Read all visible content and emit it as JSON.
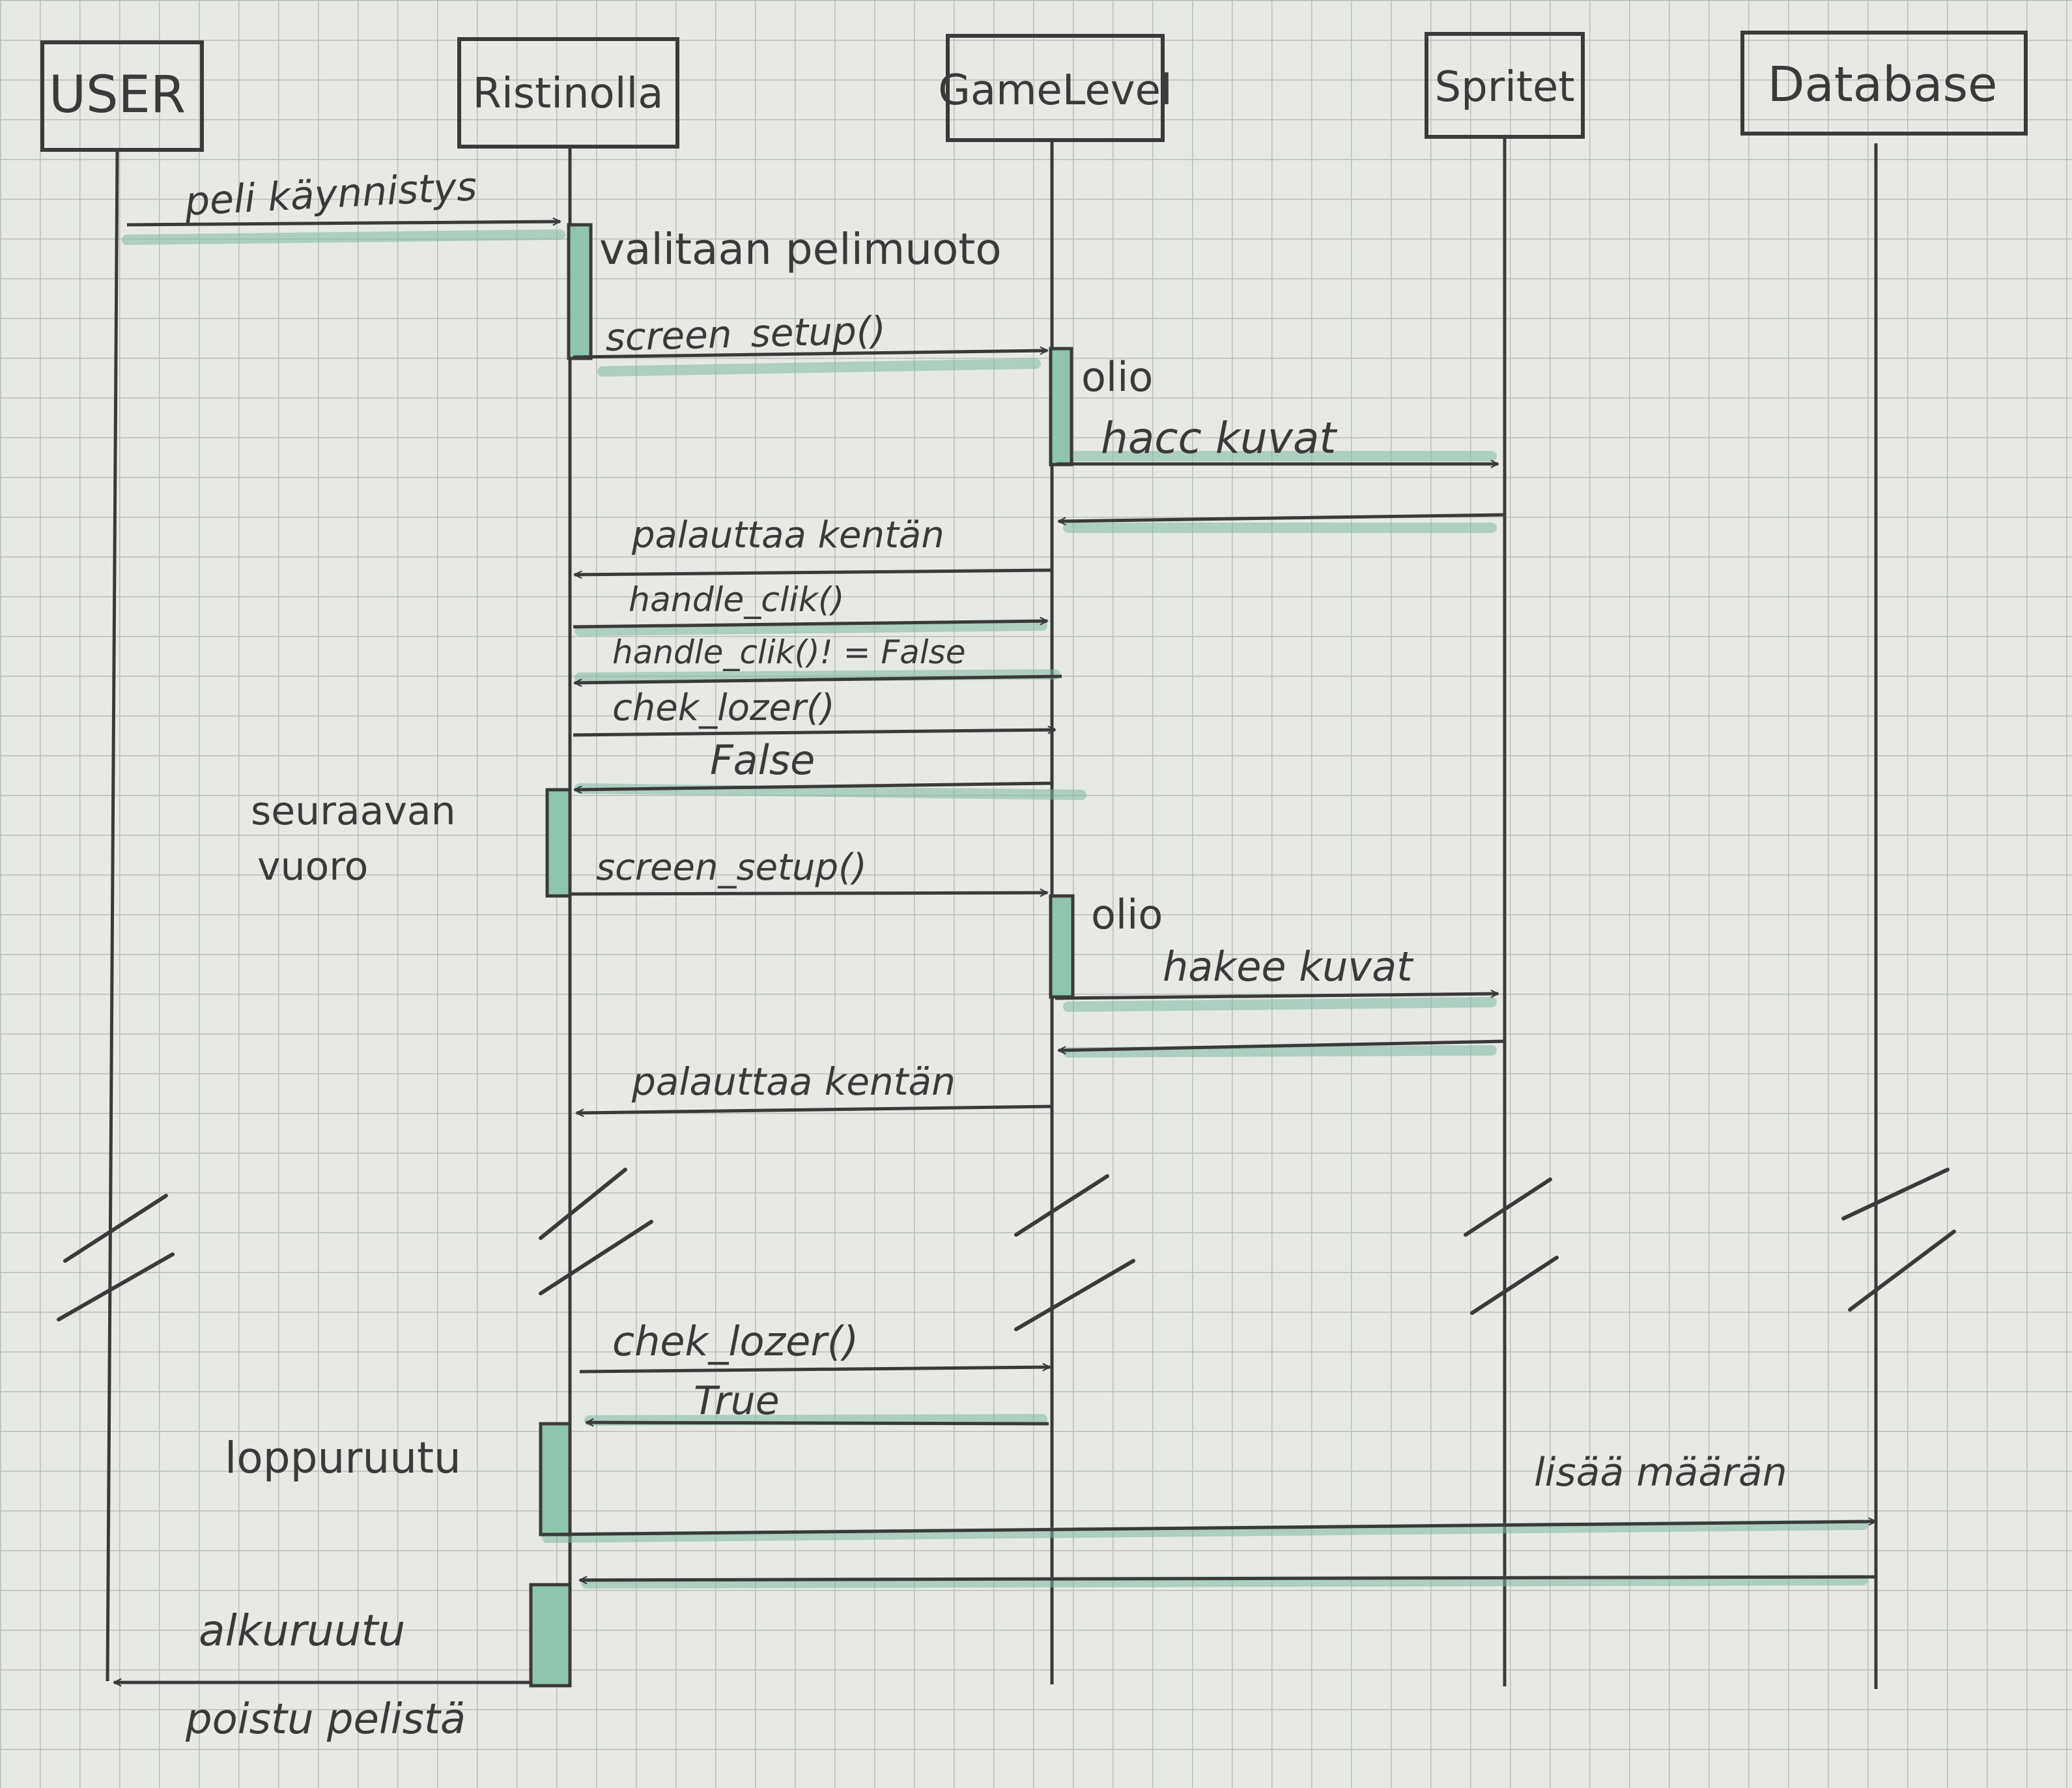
{
  "diagram": {
    "participants": [
      {
        "id": "user",
        "label": "USER"
      },
      {
        "id": "ristinolla",
        "label": "Ristinolla"
      },
      {
        "id": "gamelevel",
        "label": "GameLevel"
      },
      {
        "id": "spritet",
        "label": "Spritet"
      },
      {
        "id": "database",
        "label": "Database"
      }
    ],
    "messages": [
      {
        "id": "m1",
        "from": "user",
        "to": "ristinolla",
        "label": "peli käynnistys"
      },
      {
        "id": "m2",
        "from": "ristinolla",
        "to": "gamelevel",
        "label": "screen_setup()"
      },
      {
        "id": "m3",
        "from": "gamelevel",
        "to": "spritet",
        "label": "hacc kuvat"
      },
      {
        "id": "m4",
        "from": "spritet",
        "to": "gamelevel",
        "label": ""
      },
      {
        "id": "m5",
        "from": "gamelevel",
        "to": "ristinolla",
        "label": "palauttaa kentän"
      },
      {
        "id": "m6",
        "from": "ristinolla",
        "to": "gamelevel",
        "label": "handle_clik()"
      },
      {
        "id": "m7",
        "from": "gamelevel",
        "to": "ristinolla",
        "label": "handle_clik()! = False"
      },
      {
        "id": "m8",
        "from": "ristinolla",
        "to": "gamelevel",
        "label": "chek_lozer()"
      },
      {
        "id": "m9",
        "from": "gamelevel",
        "to": "ristinolla",
        "label": "False"
      },
      {
        "id": "m10",
        "from": "ristinolla",
        "to": "gamelevel",
        "label": "screen_setup()"
      },
      {
        "id": "m11",
        "from": "gamelevel",
        "to": "spritet",
        "label": "hakee kuvat"
      },
      {
        "id": "m12",
        "from": "spritet",
        "to": "gamelevel",
        "label": ""
      },
      {
        "id": "m13",
        "from": "gamelevel",
        "to": "ristinolla",
        "label": "palauttaa kentän"
      },
      {
        "id": "m14",
        "from": "ristinolla",
        "to": "gamelevel",
        "label": "chek_lozer()"
      },
      {
        "id": "m15",
        "from": "gamelevel",
        "to": "ristinolla",
        "label": "True"
      },
      {
        "id": "m16",
        "from": "ristinolla",
        "to": "database",
        "label": "lisää määrän"
      },
      {
        "id": "m17",
        "from": "database",
        "to": "ristinolla",
        "label": ""
      },
      {
        "id": "m18",
        "from": "ristinolla",
        "to": "user",
        "label": "poistu pelistä"
      }
    ],
    "notes": [
      {
        "id": "n1",
        "label": "valitaan pelimuoto"
      },
      {
        "id": "n2",
        "label": "olio"
      },
      {
        "id": "n3",
        "label": "olio"
      },
      {
        "id": "n4a",
        "label": "seuraavan"
      },
      {
        "id": "n4b",
        "label": "vuoro"
      },
      {
        "id": "n5",
        "label": "loppuruutu"
      },
      {
        "id": "n6",
        "label": "alkuruutu"
      }
    ],
    "colors": {
      "paper": "#e7e9e5",
      "grid": "#b9bdb7",
      "ink": "#3a3a3a",
      "highlight": "#7fb8a3",
      "activation": "#8fc4ad"
    }
  }
}
